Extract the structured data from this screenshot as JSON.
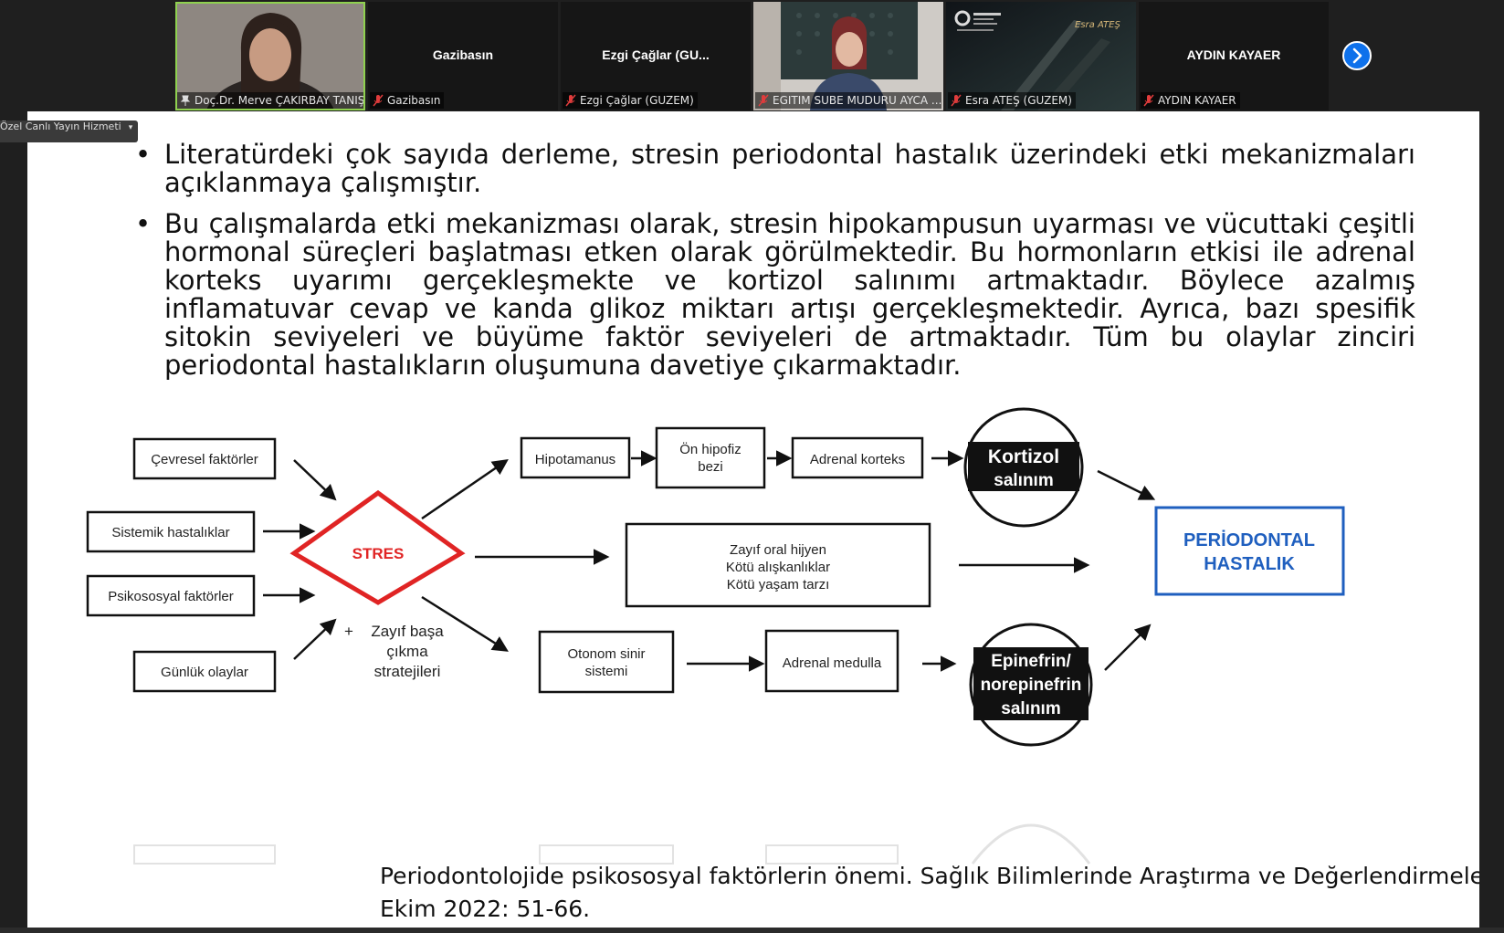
{
  "participants": [
    {
      "center_name": "",
      "label": "Doç.Dr. Merve ÇAKIRBAY TANIŞ",
      "pinned": true,
      "video": true
    },
    {
      "center_name": "Gazibasın",
      "label": "Gazibasın",
      "muted": true
    },
    {
      "center_name": "Ezgi  Çağlar  (GU...",
      "label": "Ezgi Çağlar (GUZEM)",
      "muted": true
    },
    {
      "center_name": "",
      "label": "EGITIM SUBE MUDURU AYCA ...",
      "muted": true,
      "video": true
    },
    {
      "center_name": "",
      "label": "Esra ATEŞ (GUZEM)",
      "muted": true,
      "video": true,
      "overlay_name": "Esra ATEŞ"
    },
    {
      "center_name": "AYDIN KAYAER",
      "label": "AYDIN KAYAER",
      "muted": true
    }
  ],
  "stream_menu": {
    "label": "Özel Canlı Yayın Hizmeti"
  },
  "slide": {
    "bullet1": "Literatürdeki çok sayıda derleme, stresin periodontal hastalık üzerindeki etki mekanizmaları açıklanmaya çalışmıştır.",
    "bullet2": "Bu çalışmalarda etki mekanizması olarak, stresin hipokampusun uyarması ve vücuttaki çeşitli hormonal süreçleri başlatması etken olarak görülmektedir. Bu hormonların etkisi ile adrenal korteks uyarımı gerçekleşmekte ve kortizol salınımı artmaktadır. Böylece azalmış inflamatuvar cevap ve kanda glikoz miktarı artışı gerçekleşmektedir. Ayrıca, bazı spesifik sitokin seviyeleri ve büyüme faktör seviyeleri de artmaktadır. Tüm bu olaylar zinciri periodontal hastalıkların oluşumuna davetiye çıkarmaktadır.",
    "diagram": {
      "cevresel": "Çevresel faktörler",
      "sistemik": "Sistemik hastalıklar",
      "psikososyal": "Psikososyal faktörler",
      "gunluk": "Günlük olaylar",
      "stres": "STRES",
      "plus": "+",
      "coping": [
        "Zayıf başa",
        "çıkma",
        "stratejileri"
      ],
      "hipotalamus": "Hipotamanus",
      "hipofiz": [
        "Ön hipofiz",
        "bezi"
      ],
      "adrenal_korteks": "Adrenal korteks",
      "kortizol": [
        "Kortizol",
        "salınım"
      ],
      "middle": [
        "Zayıf oral hijyen",
        "Kötü alışkanlıklar",
        "Kötü yaşam tarzı"
      ],
      "otonom": [
        "Otonom sinir",
        "sistemi"
      ],
      "adrenal_medulla": "Adrenal medulla",
      "epinefrin": [
        "Epinefrin/",
        "norepinefrin",
        "salınım"
      ],
      "periodontal": [
        "PERİODONTAL",
        "HASTALIK"
      ]
    },
    "reference": [
      "Periodontolojide psikososyal faktörlerin önemi. Sağlık Bilimlerinde Araştırma ve Değerlendirmeler-II.",
      "Ekim 2022: 51-66."
    ]
  },
  "colors": {
    "stres": "#e02424",
    "periodontal": "#1f5fbf",
    "zoom_blue": "#0e71eb",
    "active_speaker": "#8fd14f"
  }
}
